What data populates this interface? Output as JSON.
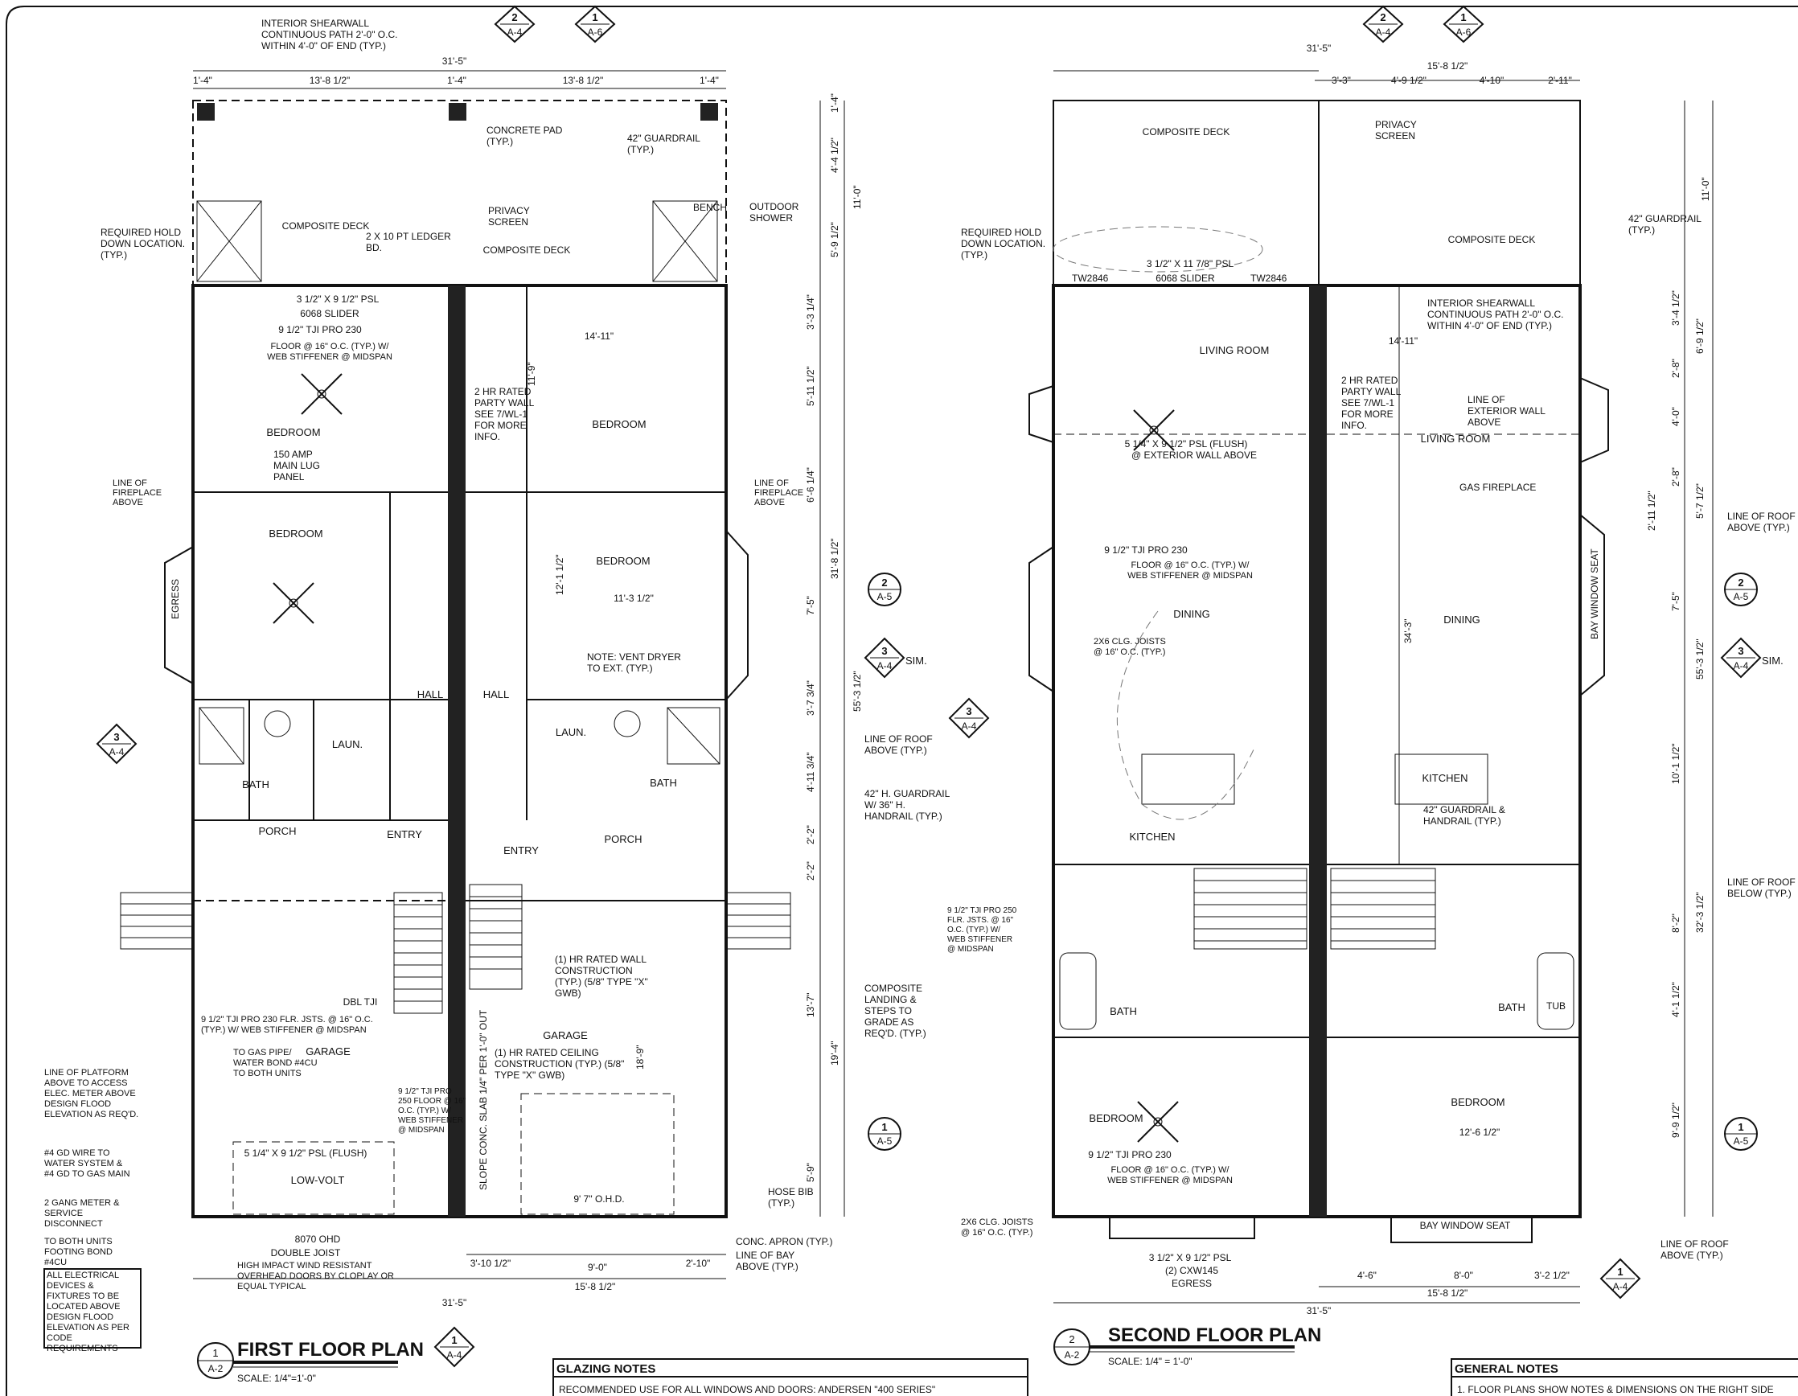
{
  "sheet": {
    "first_floor": {
      "title": "FIRST FLOOR PLAN",
      "number": "1",
      "sheet_ref": "A-2",
      "scale": "SCALE: 1/4\"=1'-0\"",
      "rooms": {
        "bedroom_left_top": "BEDROOM",
        "bedroom_left_mid": "BEDROOM",
        "bedroom_right_top": "BEDROOM",
        "bedroom_right_mid": "BEDROOM",
        "hall_left": "HALL",
        "hall_right": "HALL",
        "bath_left": "BATH",
        "bath_right": "BATH",
        "laun_left": "LAUN.",
        "laun_right": "LAUN.",
        "porch_left": "PORCH",
        "porch_right": "PORCH",
        "entry_left": "ENTRY",
        "entry_right": "ENTRY",
        "garage_left": "GARAGE",
        "garage_right": "GARAGE",
        "deck_left": "COMPOSITE DECK",
        "deck_right": "COMPOSITE DECK"
      },
      "notes": {
        "shearwall": "INTERIOR SHEARWALL CONTINUOUS PATH 2'-0\" O.C. WITHIN 4'-0\" OF END (TYP.)",
        "concrete_pad": "CONCRETE PAD (TYP.)",
        "guardrail": "42\" GUARDRAIL (TYP.)",
        "privacy": "PRIVACY SCREEN",
        "shower": "OUTDOOR SHOWER",
        "bench": "BENCH",
        "hold_down": "REQUIRED HOLD DOWN LOCATION. (TYP.)",
        "ledger": "2 X 10 PT LEDGER BD.",
        "slider_beam": "3 1/2\" X 9 1/2\" PSL",
        "slider": "6068 SLIDER",
        "tji_left": "9 1/2\" TJI PRO 230",
        "floor_spec": "FLOOR @ 16\" O.C. (TYP.) W/ WEB STIFFENER @ MIDSPAN",
        "party_wall": "2 HR RATED PARTY WALL SEE 7/WL-1 FOR MORE INFO.",
        "main_lug": "150 AMP MAIN LUG PANEL",
        "fireplace_left": "LINE OF FIREPLACE ABOVE",
        "fireplace_right": "LINE OF FIREPLACE ABOVE",
        "egress": "EGRESS",
        "dryer": "NOTE: VENT DRYER TO EXT. (TYP.)",
        "roof_above": "LINE OF ROOF ABOVE (TYP.)",
        "handrail": "42\" H. GUARDRAIL W/ 36\" H. HANDRAIL (TYP.)",
        "wall_construction": "(1) HR RATED WALL CONSTRUCTION (TYP.) (5/8\" TYPE \"X\" GWB)",
        "ceiling_construction": "(1) HR RATED CEILING CONSTRUCTION (TYP.) (5/8\" TYPE \"X\" GWB)",
        "composite_landing": "COMPOSITE LANDING & STEPS TO GRADE AS REQ'D. (TYP.)",
        "gas_pipe": "TO GAS PIPE/ WATER BOND #4CU TO BOTH UNITS",
        "platform": "LINE OF PLATFORM ABOVE TO ACCESS ELEC. METER ABOVE DESIGN FLOOD ELEVATION AS REQ'D.",
        "gd_wire": "#4 GD WIRE TO WATER SYSTEM & #4 GD TO GAS MAIN",
        "gas_meter": "2 GANG METER & SERVICE DISCONNECT",
        "footing_bond": "TO BOTH UNITS FOOTING BOND #4CU",
        "electrical": "ALL ELECTRICAL DEVICES & FIXTURES TO BE LOCATED ABOVE DESIGN FLOOD ELEVATION AS PER CODE REQUIREMENTS",
        "low_volt": "LOW-VOLT",
        "psl_flush": "5 1/4\" X 9 1/2\" PSL (FLUSH)",
        "ohd": "8070 OHD",
        "double_joist": "DOUBLE JOIST",
        "overhead_doors": "HIGH IMPACT WIND RESISTANT OVERHEAD DOORS BY CLOPLAY OR EQUAL TYPICAL",
        "slope_slab": "SLOPE CONC. SLAB 1/4\" PER 1'-0\" OUT",
        "ohd_right": "9' 7\" O.H.D.",
        "hose_bib": "HOSE BIB (TYP.)",
        "apron": "CONC. APRON (TYP.)",
        "bay_above": "LINE OF BAY ABOVE (TYP.)",
        "tji_250": "9 1/2\" TJI PRO 250 FLOOR @ 16\" O.C. (TYP.) W/ WEB STIFFENER @ MIDSPAN",
        "dbl_tji": "DBL TJI",
        "joists_230": "9 1/2\" TJI PRO 230 FLR. JSTS. @ 16\" O.C. (TYP.) W/ WEB STIFFENER @ MIDSPAN"
      },
      "dims": {
        "overall": "31'-5\"",
        "top_a": "1'-4\"",
        "top_b": "13'-8 1/2\"",
        "top_c": "1'-4\"",
        "top_d": "13'-8 1/2\"",
        "top_e": "1'-4\"",
        "right_a": "1'-4\"",
        "right_b": "4'-4 1/2\"",
        "right_c": "11'-0\"",
        "right_d": "5'-9 1/2\"",
        "right_e": "3'-3 1/4\"",
        "right_f": "5'-11 1/2\"",
        "right_g": "6'-6 1/4\"",
        "right_h": "31'-8 1/2\"",
        "right_i": "7'-5\"",
        "right_j": "3'-7 3/4\"",
        "right_k": "55'-3 1/2\"",
        "right_l": "4'-11 3/4\"",
        "right_m": "2'-2\"",
        "right_n": "2'-2\"",
        "right_o": "13'-7\"",
        "right_p": "19'-4\"",
        "right_q": "5'-9\"",
        "right_r": "18'-9\"",
        "bottom_a": "3'-10 1/2\"",
        "bottom_b": "9'-0\"",
        "bottom_c": "2'-10\"",
        "bottom_d": "15'-8 1/2\"",
        "room_width": "14'-11\"",
        "room_depth": "11'-9\"",
        "bed_width": "11'-3 1/2\"",
        "bed_depth": "12'-1 1/2\""
      }
    },
    "second_floor": {
      "title": "SECOND FLOOR PLAN",
      "number": "2",
      "sheet_ref": "A-2",
      "scale": "SCALE: 1/4\" = 1'-0\"",
      "rooms": {
        "living_left": "LIVING ROOM",
        "living_right": "LIVING ROOM",
        "dining_left": "DINING",
        "dining_right": "DINING",
        "kitchen_left": "KITCHEN",
        "kitchen_right": "KITCHEN",
        "bath_left": "BATH",
        "bath_right": "BATH",
        "bedroom_left": "BEDROOM",
        "bedroom_right": "BEDROOM",
        "deck_left": "COMPOSITE DECK",
        "deck_right": "COMPOSITE DECK",
        "bay_seat": "BAY WINDOW SEAT",
        "tub": "TUB"
      },
      "notes": {
        "privacy": "PRIVACY SCREEN",
        "guardrail": "42\" GUARDRAIL (TYP.)",
        "hold_down": "REQUIRED HOLD DOWN LOCATION. (TYP.)",
        "slider_beam": "3 1/2\" X 11 7/8\" PSL",
        "slider": "6068 SLIDER",
        "tw_a": "TW2846",
        "tw_b": "TW2846",
        "shearwall": "INTERIOR SHEARWALL CONTINUOUS PATH 2'-0\" O.C. WITHIN 4'-0\" OF END (TYP.)",
        "party_wall": "2 HR RATED PARTY WALL SEE 7/WL-1 FOR MORE INFO.",
        "exterior_wall": "LINE OF EXTERIOR WALL ABOVE",
        "psl_flush": "5 1/4\" X 9 1/2\" PSL (FLUSH)",
        "ext_wall_above": "@ EXTERIOR WALL ABOVE",
        "gas_fireplace": "GAS FIREPLACE",
        "roof_above": "LINE OF ROOF ABOVE (TYP.)",
        "roof_below": "LINE OF ROOF BELOW (TYP.)",
        "bay_seat": "BAY WINDOW SEAT",
        "clg_joists": "2X6 CLG. JOISTS @ 16\" O.C. (TYP.)",
        "tji": "9 1/2\" TJI PRO 230",
        "floor_spec": "FLOOR @ 16\" O.C. (TYP.) W/ WEB STIFFENER @ MIDSPAN",
        "guardrail_handrail": "42\" GUARDRAIL & HANDRAIL (TYP.)",
        "tji_250": "9 1/2\" TJI PRO 250 FLR. JSTS. @ 16\" O.C. (TYP.) W/ WEB STIFFENER @ MIDSPAN",
        "egress": "EGRESS",
        "cxw": "(2) CXW145",
        "psl_bottom": "3 1/2\" X 9 1/2\" PSL"
      },
      "dims": {
        "overall": "31'-5\"",
        "top_a": "15'-8 1/2\"",
        "top_b": "3'-3\"",
        "top_c": "4'-9 1/2\"",
        "top_d": "4'-10\"",
        "top_e": "2'-11\"",
        "right_a": "11'-0\"",
        "right_b": "3'-4 1/2\"",
        "right_c": "2'-8\"",
        "right_d": "6'-9 1/2\"",
        "right_e": "4'-0\"",
        "right_f": "2'-8\"",
        "right_g": "2'-11 1/2\"",
        "right_h": "5'-7 1/2\"",
        "right_i": "7'-5\"",
        "right_j": "55'-3 1/2\"",
        "right_k": "10'-1 1/2\"",
        "right_l": "8'-2\"",
        "right_m": "32'-3 1/2\"",
        "right_n": "4'-1 1/2\"",
        "right_o": "9'-9 1/2\"",
        "room_width": "14'-11\"",
        "bed_width": "12'-6 1/2\"",
        "height": "34'-3\"",
        "bottom_a": "4'-6\"",
        "bottom_b": "8'-0\"",
        "bottom_c": "3'-2 1/2\"",
        "bottom_d": "15'-8 1/2\"",
        "bottom_e": "31'-5\""
      }
    },
    "section_markers": [
      {
        "num": "2",
        "ref": "A-4"
      },
      {
        "num": "1",
        "ref": "A-6"
      },
      {
        "num": "2",
        "ref": "A-4"
      },
      {
        "num": "1",
        "ref": "A-6"
      },
      {
        "num": "3",
        "ref": "A-4"
      },
      {
        "num": "3",
        "ref": "A-4"
      },
      {
        "num": "2",
        "ref": "A-5"
      },
      {
        "num": "3",
        "ref": "A-4"
      },
      {
        "num": "1",
        "ref": "A-5"
      },
      {
        "num": "1",
        "ref": "A-4"
      },
      {
        "num": "2",
        "ref": "A-5"
      },
      {
        "num": "3",
        "ref": "A-4"
      },
      {
        "num": "1",
        "ref": "A-5"
      },
      {
        "num": "1",
        "ref": "A-4"
      }
    ],
    "sim": "SIM.",
    "glazing_notes": {
      "heading": "GLAZING NOTES",
      "text": "RECOMMENDED USE FOR ALL WINDOWS AND DOORS: ANDERSEN \"400 SERIES\""
    },
    "general_notes": {
      "heading": "GENERAL NOTES",
      "text": "1. FLOOR PLANS SHOW NOTES & DIMENSIONS ON THE RIGHT SIDE"
    }
  }
}
